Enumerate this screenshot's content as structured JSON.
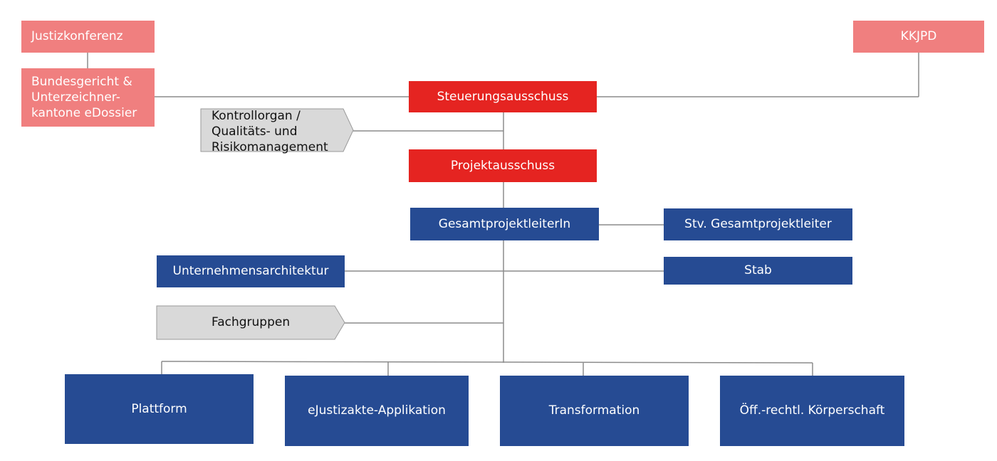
{
  "nodes": {
    "justizkonferenz": "Justizkonferenz",
    "bundesgericht": [
      "Bundesgericht &",
      "Unterzeichner-",
      "kantone eDossier"
    ],
    "kkjpd": "KKJPD",
    "steuerungsausschuss": "Steuerungsausschuss",
    "kontrollorgan": [
      "Kontrollorgan /",
      "Qualitäts- und",
      "Risikomanagement"
    ],
    "projektausschuss": "Projektausschuss",
    "gesamtprojektleiterin": "GesamtprojektleiterIn",
    "stv_gesamtprojektleiter": "Stv. Gesamtprojektleiter",
    "unternehmensarchitektur": "Unternehmensarchitektur",
    "stab": "Stab",
    "fachgruppen": "Fachgruppen",
    "plattform": "Plattform",
    "ejustizakte": "eJustizakte-Applikation",
    "transformation": "Transformation",
    "koerperschaft": "Öff.-rechtl. Körperschaft"
  },
  "colors": {
    "pink": "#f07f7f",
    "red": "#e52421",
    "blue": "#264b93",
    "grey": "#d9d9d9",
    "line": "#8c8c8c"
  }
}
